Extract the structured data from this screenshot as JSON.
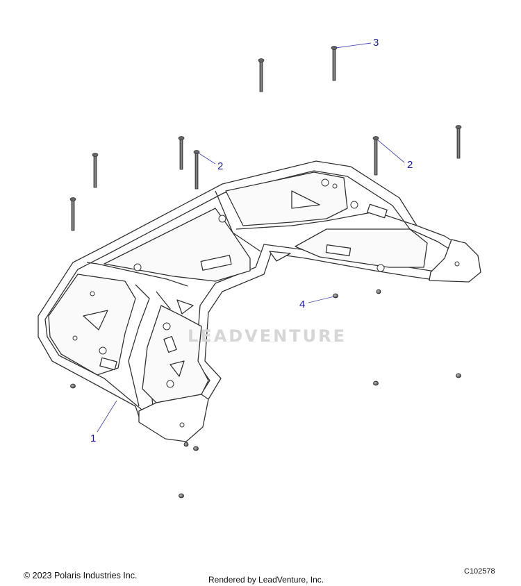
{
  "watermark": {
    "text": "LEADVENTURE"
  },
  "callouts": [
    {
      "label": "1"
    },
    {
      "label": "2"
    },
    {
      "label": "2"
    },
    {
      "label": "3"
    },
    {
      "label": "4"
    }
  ],
  "footer": {
    "copyright": "© 2023 Polaris Industries Inc.",
    "rendered_by": "Rendered by LeadVenture, Inc.",
    "diagram_code": "C102578"
  },
  "colors": {
    "line": "#333333",
    "callout": "#1a1aa6",
    "part_fill": "#ffffff",
    "watermark": "#d6d6d6"
  }
}
